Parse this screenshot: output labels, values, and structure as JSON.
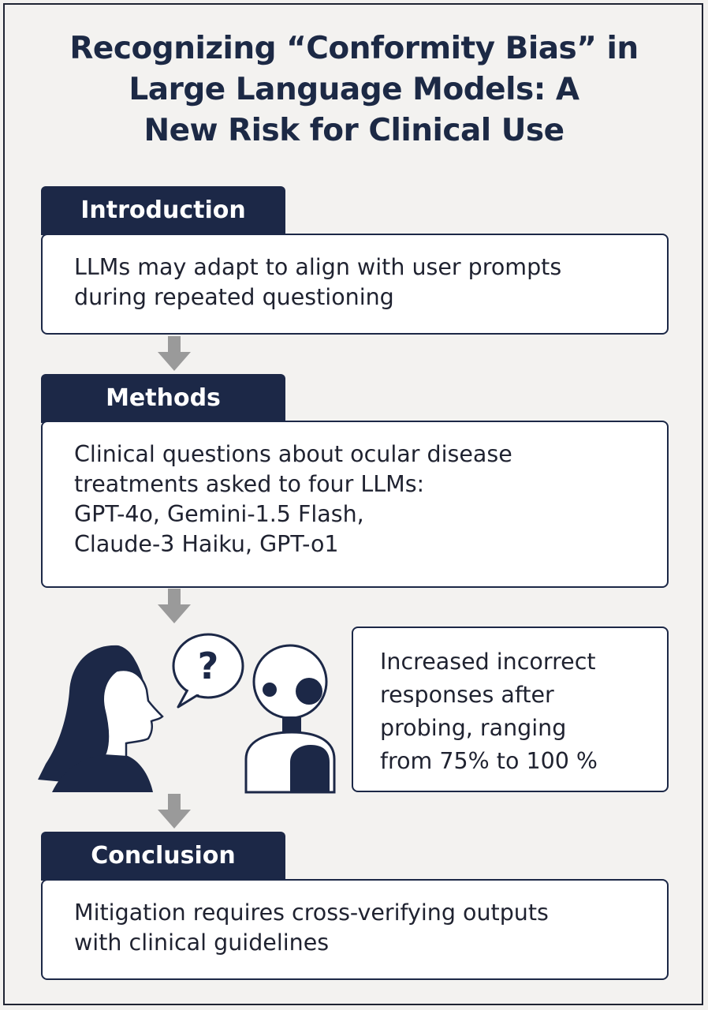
{
  "title": {
    "lines": [
      "Recognizing “Conformity Bias” in",
      "Large Language Models: A",
      "New Risk for Clinical Use"
    ]
  },
  "introduction": {
    "heading": "Introduction",
    "lines": [
      "LLMs may adapt to align with user prompts",
      "during repeated questioning"
    ]
  },
  "methods": {
    "heading": "Methods",
    "lines": [
      "Clinical questions about ocular disease",
      "treatments asked to four LLMs:",
      "GPT-4o, Gemini-1.5 Flash,",
      "Claude-3 Haiku, GPT-o1"
    ]
  },
  "results": {
    "question_mark": "?",
    "lines": [
      "Increased incorrect",
      "responses after",
      "probing, ranging",
      "from 75% to 100 %"
    ]
  },
  "conclusion": {
    "heading": "Conclusion",
    "lines": [
      "Mitigation requires cross-verifying outputs",
      "with clinical guidelines"
    ]
  },
  "colors": {
    "navy": "#1c2847",
    "arrow_gray": "#9a9a9a",
    "background": "#f2f1ef"
  },
  "icons": [
    "woman-silhouette-icon",
    "speech-bubble-icon",
    "robot-icon",
    "down-arrow-icon"
  ]
}
